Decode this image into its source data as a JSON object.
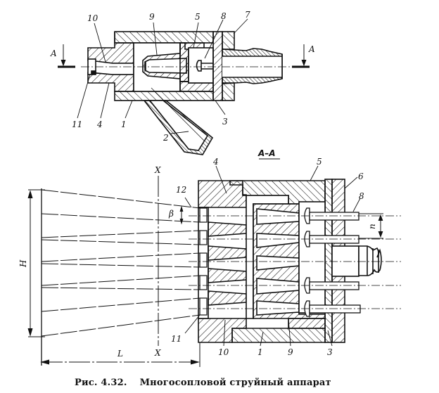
{
  "figure": {
    "caption_number": "Рис. 4.32.",
    "caption_title": "Многосопловой струйный аппарат"
  },
  "top_view": {
    "section_marks": [
      "A",
      "A"
    ],
    "part_labels": [
      "10",
      "9",
      "5",
      "8",
      "7",
      "11",
      "4",
      "1",
      "2",
      "3"
    ]
  },
  "section_view": {
    "title": "A–A",
    "part_labels": [
      "4",
      "5",
      "6",
      "8",
      "12",
      "11",
      "10",
      "1",
      "9",
      "3"
    ],
    "dimensions": {
      "height": "H",
      "length": "L",
      "angle": "β",
      "pitch": "n",
      "axis": "X"
    }
  },
  "colors": {
    "ink": "#111111",
    "paper": "#ffffff"
  }
}
